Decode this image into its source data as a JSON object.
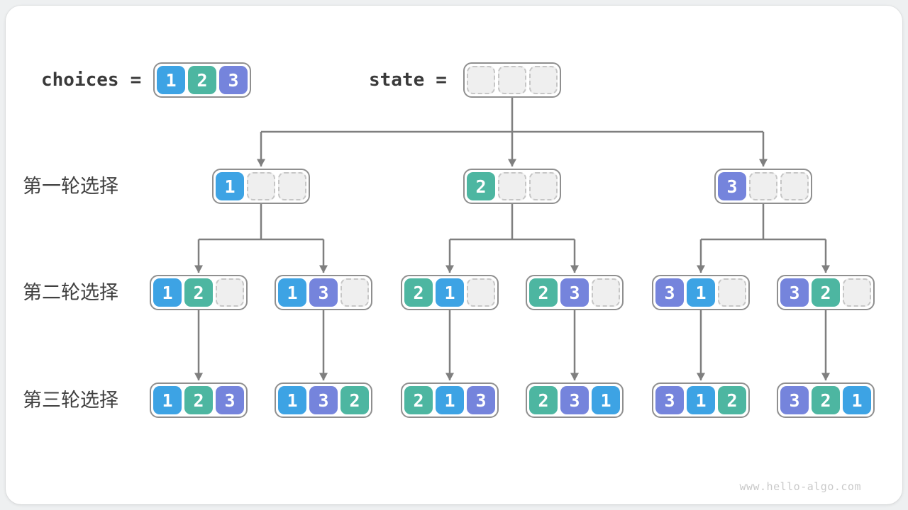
{
  "header": {
    "choices_label": "choices",
    "choices_equals": "=",
    "choices_values": [
      1,
      2,
      3
    ],
    "state_label": "state",
    "state_equals": "=",
    "state_values": [
      null,
      null,
      null
    ]
  },
  "rounds": [
    {
      "label": "第一轮选择",
      "nodes": [
        [
          1,
          null,
          null
        ],
        [
          2,
          null,
          null
        ],
        [
          3,
          null,
          null
        ]
      ]
    },
    {
      "label": "第二轮选择",
      "nodes": [
        [
          1,
          2,
          null
        ],
        [
          1,
          3,
          null
        ],
        [
          2,
          1,
          null
        ],
        [
          2,
          3,
          null
        ],
        [
          3,
          1,
          null
        ],
        [
          3,
          2,
          null
        ]
      ]
    },
    {
      "label": "第三轮选择",
      "nodes": [
        [
          1,
          2,
          3
        ],
        [
          1,
          3,
          2
        ],
        [
          2,
          1,
          3
        ],
        [
          2,
          3,
          1
        ],
        [
          3,
          1,
          2
        ],
        [
          3,
          2,
          1
        ]
      ]
    }
  ],
  "colors": {
    "value_1": "#3da3e4",
    "value_2": "#4db6a1",
    "value_3": "#7584dc",
    "arrow": "#7f7f7f",
    "node_border": "#8f8f8f",
    "empty_fill": "#efefef",
    "empty_border": "#c6c6c6"
  },
  "watermark": "www.hello-algo.com"
}
